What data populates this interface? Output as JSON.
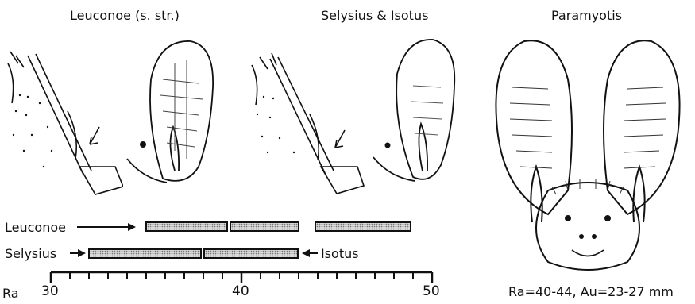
{
  "headers": {
    "leuconoe": "Leuconoe (s. str.)",
    "selysius_isotus": "Selysius & Isotus",
    "paramyotis": "Paramyotis"
  },
  "bars": {
    "leuconoe_label": "Leuconoe",
    "selysius_label": "Selysius",
    "isotus_label": "Isotus"
  },
  "scale": {
    "title": "Ra",
    "ticks": [
      "30",
      "40",
      "50"
    ],
    "range": [
      30,
      50
    ]
  },
  "paramyotis_measure": "Ra=40-44, Au=23-27 mm",
  "colors": {
    "ink": "#111111",
    "bar_fill": "#d9d9d9"
  },
  "icons": [
    "foot-drawing-icon",
    "ear-drawing-icon",
    "bat-head-drawing-icon",
    "arrow-icon"
  ]
}
